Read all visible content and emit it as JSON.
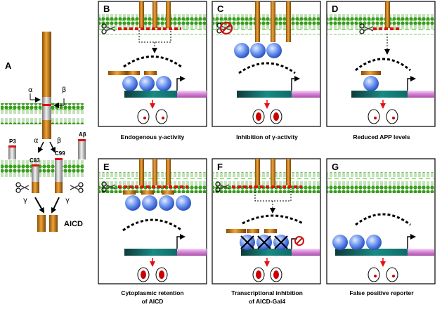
{
  "panels": {
    "A": {
      "letter": "A",
      "alpha": "α",
      "beta": "β",
      "alpha2": "α",
      "beta2": "β",
      "p3": "P3",
      "abeta": "Aβ",
      "c83": "C83",
      "c99": "C99",
      "gamma_left": "γ",
      "gamma_right": "γ",
      "aicd": "AICD"
    },
    "B": {
      "letter": "B",
      "caption_lines": [
        "Endogenous γ-activity"
      ]
    },
    "C": {
      "letter": "C",
      "caption_lines": [
        "Inhibition of γ-activity"
      ]
    },
    "D": {
      "letter": "D",
      "caption_lines": [
        "Reduced APP levels"
      ]
    },
    "E": {
      "letter": "E",
      "caption_lines": [
        "Cytoplasmic retention",
        "of AICD"
      ]
    },
    "F": {
      "letter": "F",
      "caption_lines": [
        "Transcriptional inhibition",
        "of AICD-Gal4"
      ]
    },
    "G": {
      "letter": "G",
      "caption_lines": [
        "False positive reporter"
      ]
    }
  },
  "colors": {
    "app_orange": "#d98a1e",
    "membrane_green": "#3a9a20",
    "membrane_dash": "#33cc00",
    "cleaved_red": "#dd1111",
    "ball_blue": "#4c7fe6",
    "promoter_teal": "#0f6b66",
    "reporter_pink": "#d88ad8",
    "nucleus_red": "#cc0000"
  }
}
